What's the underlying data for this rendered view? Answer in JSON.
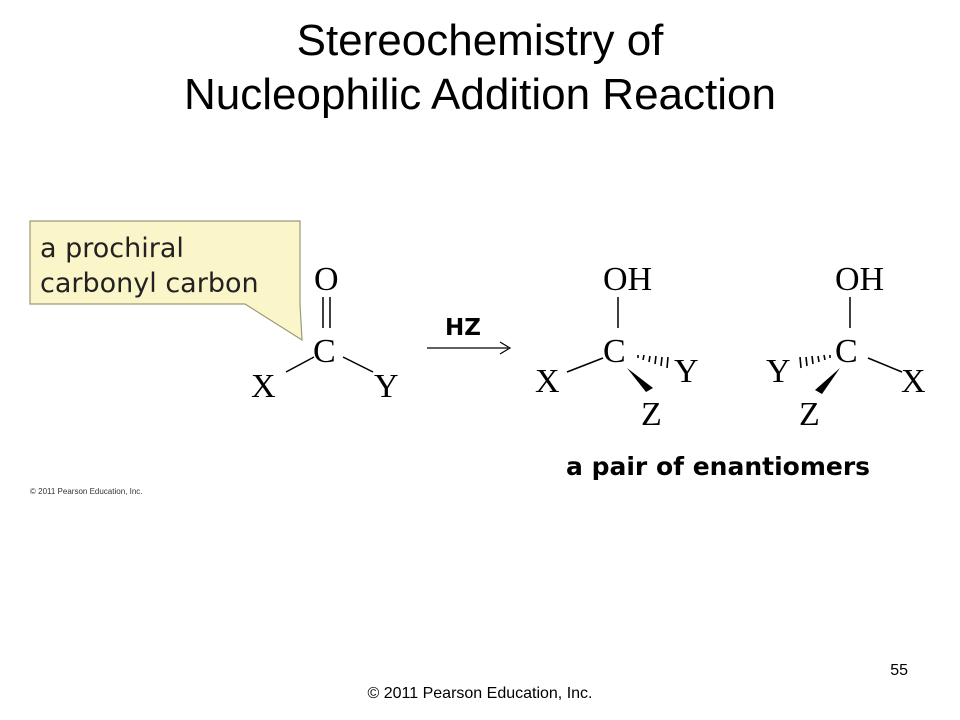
{
  "slide": {
    "title_line1": "Stereochemistry of",
    "title_line2": "Nucleophilic Addition Reaction",
    "page_number": "55",
    "footer_credit": "© 2011 Pearson Education, Inc."
  },
  "figure": {
    "callout_line1": "a prochiral",
    "callout_line2": "carbonyl carbon",
    "callout_color": "#fbf6c9",
    "reagent": "HZ",
    "caption": "a pair of enantiomers",
    "credit": "© 2011 Pearson Education, Inc.",
    "reactant": {
      "O": "O",
      "C": "C",
      "X": "X",
      "Y": "Y"
    },
    "product1": {
      "OH": "OH",
      "C": "C",
      "X": "X",
      "Y": "Y",
      "Z": "Z"
    },
    "product2": {
      "OH": "OH",
      "C": "C",
      "Y": "Y",
      "X": "X",
      "Z": "Z"
    }
  }
}
